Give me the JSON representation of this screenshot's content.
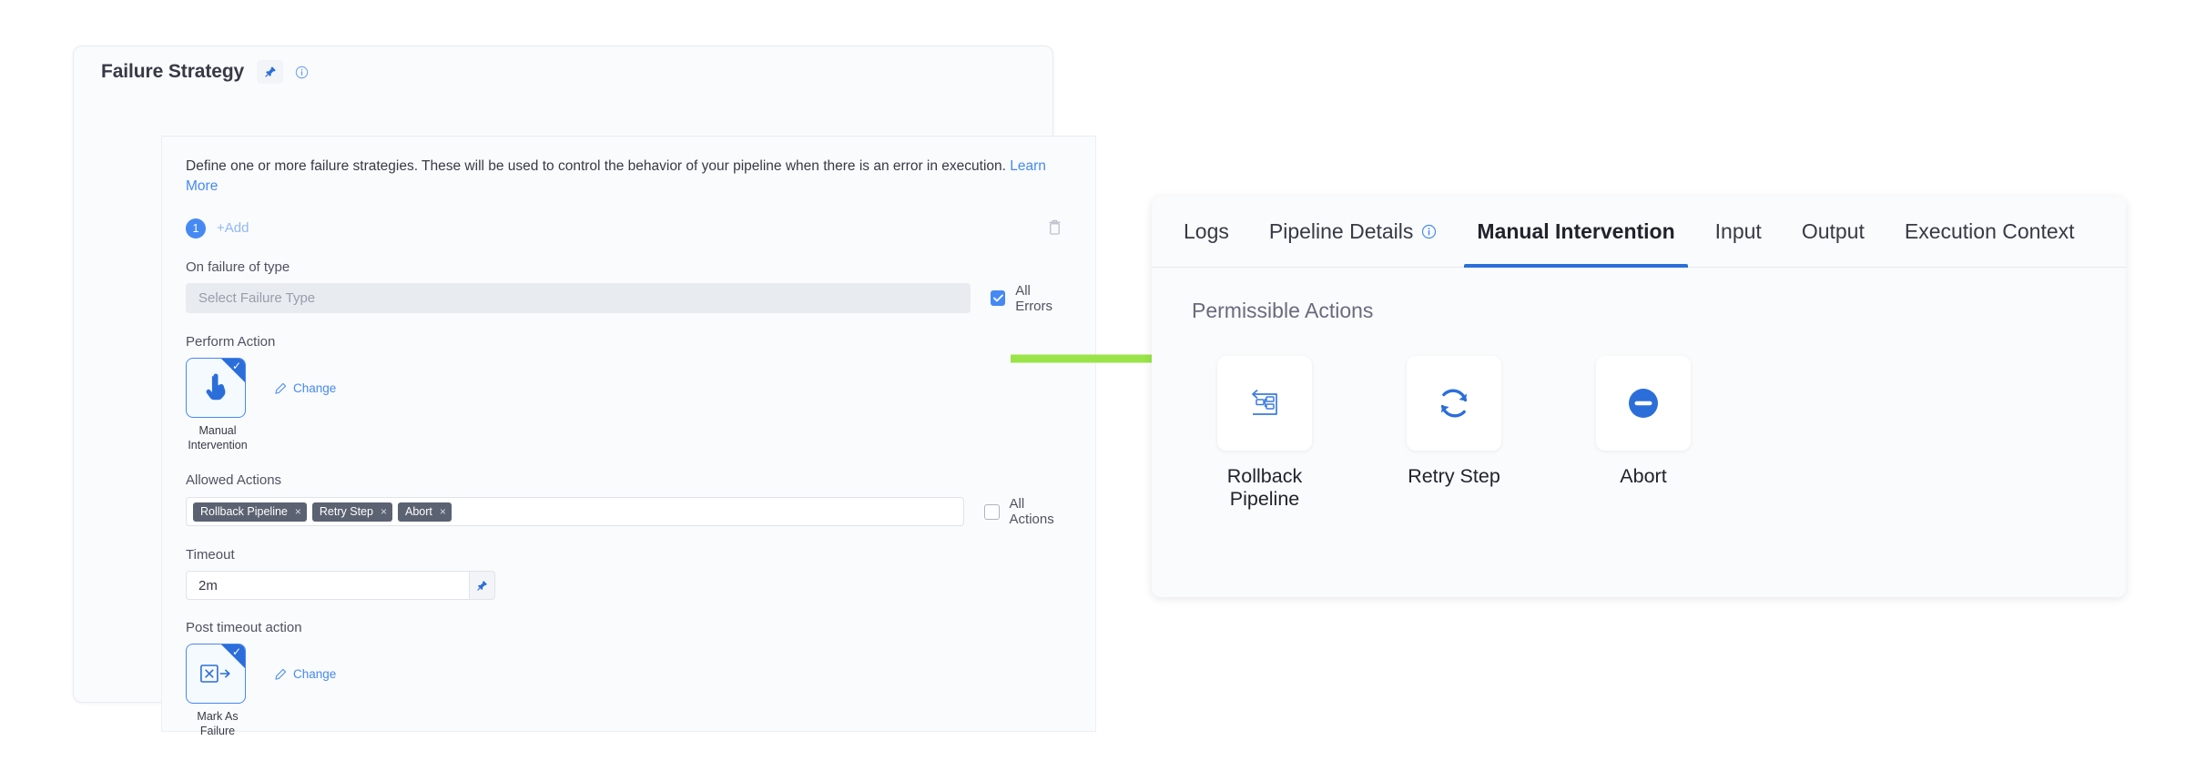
{
  "failure_strategy": {
    "title": "Failure Strategy",
    "pin_icon": "pin-icon",
    "info_icon": "info-circle-icon",
    "description": "Define one or more failure strategies. These will be used to control the behavior of your pipeline when there is an error in execution.",
    "learn_more_label": "Learn More",
    "strategy_index_badge": "1",
    "add_label": "+Add",
    "delete_icon": "trash-icon",
    "fields": {
      "on_failure_of_type": {
        "label": "On failure of type",
        "value": "",
        "placeholder": "Select Failure Type",
        "checkbox": {
          "label": "All Errors",
          "checked": true
        }
      },
      "perform_action": {
        "label": "Perform Action",
        "selected": "Manual\nIntervention",
        "selected_line1": "Manual",
        "selected_line2": "Intervention",
        "icon": "hand-pointer-icon",
        "change_label": "Change"
      },
      "allowed_actions": {
        "label": "Allowed Actions",
        "tags": [
          "Rollback Pipeline",
          "Retry Step",
          "Abort"
        ],
        "remove_glyph": "×",
        "checkbox": {
          "label": "All Actions",
          "checked": false
        }
      },
      "timeout": {
        "label": "Timeout",
        "value": "2m",
        "pin_icon": "pin-icon"
      },
      "post_timeout_action": {
        "label": "Post timeout action",
        "selected_line1": "Mark As",
        "selected_line2": "Failure",
        "icon": "mark-as-failure-icon",
        "change_label": "Change"
      }
    }
  },
  "arrow": {
    "name": "green-arrow",
    "color": "#9ae44a"
  },
  "right_panel": {
    "tabs": [
      {
        "label": "Logs",
        "active": false,
        "has_info": false
      },
      {
        "label": "Pipeline Details",
        "active": false,
        "has_info": true
      },
      {
        "label": "Manual Intervention",
        "active": true,
        "has_info": false
      },
      {
        "label": "Input",
        "active": false,
        "has_info": false
      },
      {
        "label": "Output",
        "active": false,
        "has_info": false
      },
      {
        "label": "Execution Context",
        "active": false,
        "has_info": false
      }
    ],
    "section_title": "Permissible Actions",
    "actions": [
      {
        "line1": "Rollback",
        "line2": "Pipeline",
        "icon": "rollback-pipeline-icon"
      },
      {
        "line1": "Retry Step",
        "line2": "",
        "icon": "retry-step-icon"
      },
      {
        "line1": "Abort",
        "line2": "",
        "icon": "abort-icon"
      }
    ]
  },
  "colors": {
    "accent_blue": "#4689f3",
    "tab_underline": "#2b6ed9",
    "tag_bg": "#5b6271",
    "arrow_green": "#9ae44a"
  }
}
